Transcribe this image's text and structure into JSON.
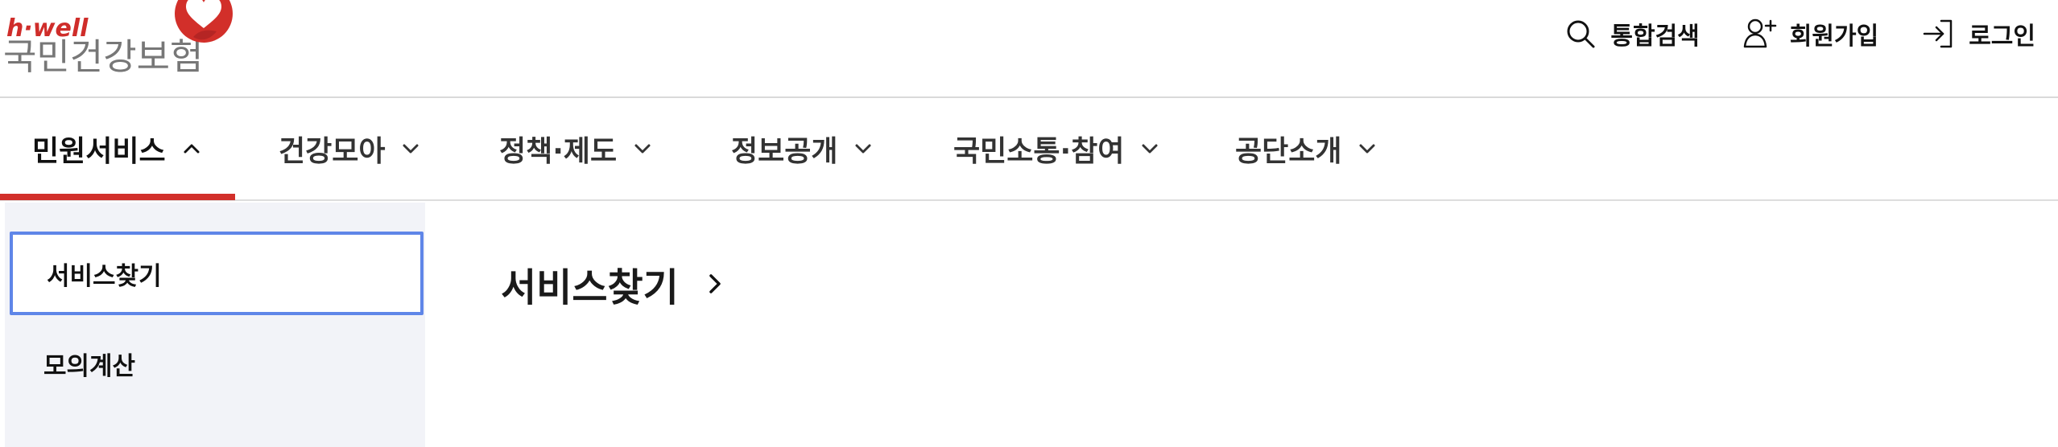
{
  "logo": {
    "subtitle": "h·well",
    "name": "국민건강보험"
  },
  "header_utils": [
    {
      "label": "통합검색",
      "icon": "search-icon"
    },
    {
      "label": "회원가입",
      "icon": "user-plus-icon"
    },
    {
      "label": "로그인",
      "icon": "login-icon"
    }
  ],
  "main_nav": [
    {
      "label": "민원서비스",
      "expanded": true,
      "icon": "chevron-up-icon"
    },
    {
      "label": "건강모아",
      "expanded": false,
      "icon": "chevron-down-icon"
    },
    {
      "label": "정책·제도",
      "expanded": false,
      "icon": "chevron-down-icon"
    },
    {
      "label": "정보공개",
      "expanded": false,
      "icon": "chevron-down-icon"
    },
    {
      "label": "국민소통·참여",
      "expanded": false,
      "icon": "chevron-down-icon"
    },
    {
      "label": "공단소개",
      "expanded": false,
      "icon": "chevron-down-icon"
    }
  ],
  "sidebar": {
    "items": [
      {
        "label": "서비스찾기",
        "selected": true
      },
      {
        "label": "모의계산",
        "selected": false
      }
    ]
  },
  "content": {
    "title": "서비스찾기",
    "title_icon": "chevron-right-icon"
  },
  "colors": {
    "brand_red": "#d22f2a",
    "selected_border": "#5f86e8",
    "sidebar_background": "#f2f3f8",
    "text": "#111111",
    "muted_text": "#777777"
  }
}
